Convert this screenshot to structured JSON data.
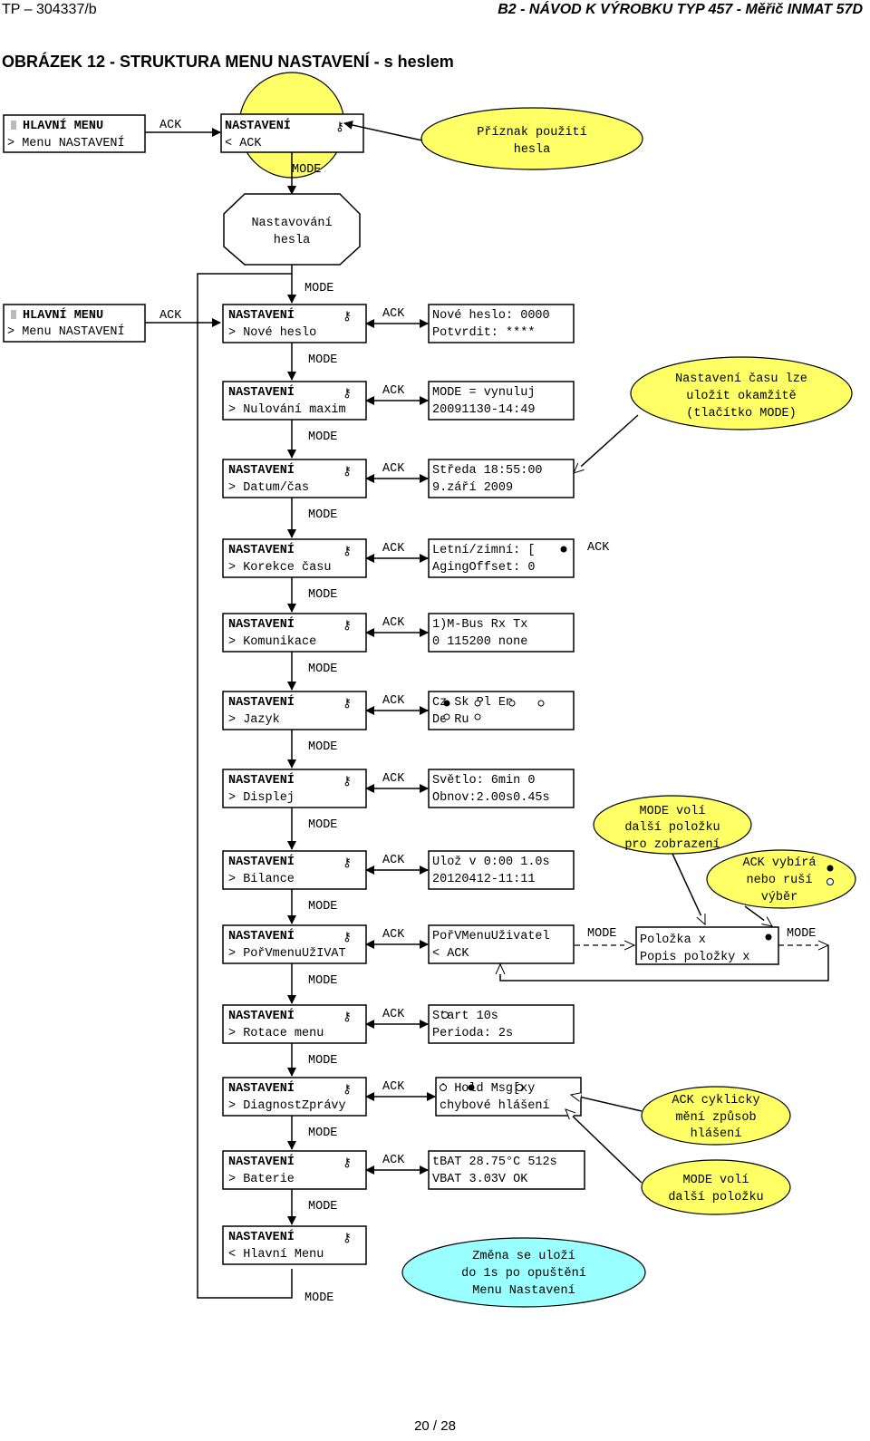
{
  "header": {
    "left": "TP – 304337/b",
    "right": "B2 - NÁVOD K VÝROBKU   TYP 457 - Měřič INMAT 57D"
  },
  "title": "OBRÁZEK 12 - STRUKTURA MENU NASTAVENÍ - s heslem",
  "footer": "20 / 28",
  "labels": {
    "ack": "ACK",
    "mode": "MODE"
  },
  "main_menu": {
    "title": "HLAVNÍ MENU",
    "item": "> Menu NASTAVENÍ"
  },
  "password_entry": {
    "title": "NASTAVENÍ",
    "item": "< ACK"
  },
  "password_node": {
    "line1": "Nastavování",
    "line2": "hesla"
  },
  "menu_title": "NASTAVENÍ",
  "items": [
    {
      "label": "> Nové heslo",
      "detail": [
        "Nové heslo: 0000",
        "Potvrdit:   ****"
      ]
    },
    {
      "label": "> Nulování maxim",
      "detail": [
        "MODE = vynuluj",
        " 20091130-14:49"
      ]
    },
    {
      "label": "> Datum/čas",
      "detail": [
        "Středa  18:55:00",
        " 9.září     2009"
      ]
    },
    {
      "label": "> Korekce času",
      "detail": [
        "Letní/zimní:  [",
        "AgingOffset:  0"
      ]
    },
    {
      "label": "> Komunikace",
      "detail": [
        "1)M-Bus  Rx  Tx",
        "   0  115200 none"
      ]
    },
    {
      "label": "> Jazyk",
      "detail": [
        "Cz  Sk  Pl  En",
        "De  Ru"
      ]
    },
    {
      "label": "> Displej",
      "detail": [
        "Světlo: 6min  0",
        "Obnov:2.00s0.45s"
      ]
    },
    {
      "label": "> Bilance",
      "detail": [
        "Ulož v 0:00 1.0s",
        " 20120412-11:11"
      ]
    },
    {
      "label": "> PořVmenuUžIVAT",
      "detail": [
        "PořVMenuUživatel",
        "< ACK"
      ]
    },
    {
      "label": "> Rotace menu",
      "detail": [
        "  Start     10s",
        "Perioda:      2s"
      ]
    },
    {
      "label": "> DiagnostZprávy",
      "detail": [
        "!  Hold  Msg[xy",
        "chybové hlášení"
      ]
    },
    {
      "label": "> Baterie",
      "detail": [
        "tBAT 28.75°C 512s",
        "VBAT 3.03V  OK"
      ]
    },
    {
      "label": "< Hlavní Menu",
      "detail": []
    }
  ],
  "user_item": {
    "line1": "Položka x",
    "line2": "Popis položky x"
  },
  "bubbles": {
    "password_flag": [
      "Příznak použití",
      "hesla"
    ],
    "time_save": [
      "Nastavení času lze",
      "uložit okamžitě",
      "(tlačítko MODE)"
    ],
    "mode_next_display": [
      "MODE volí",
      "další položku",
      "pro zobrazení"
    ],
    "ack_select": [
      "ACK vybírá",
      "nebo ruší",
      "výběr"
    ],
    "ack_cycle": [
      "ACK cyklicky",
      "mění způsob",
      "hlášení"
    ],
    "mode_next": [
      "MODE volí",
      "další položku"
    ],
    "save_note": [
      "Změna se uloží",
      "do 1s po opuštění",
      "Menu Nastavení"
    ]
  },
  "colors": {
    "yellow": "#ffff66",
    "cyan": "#99ffff"
  }
}
